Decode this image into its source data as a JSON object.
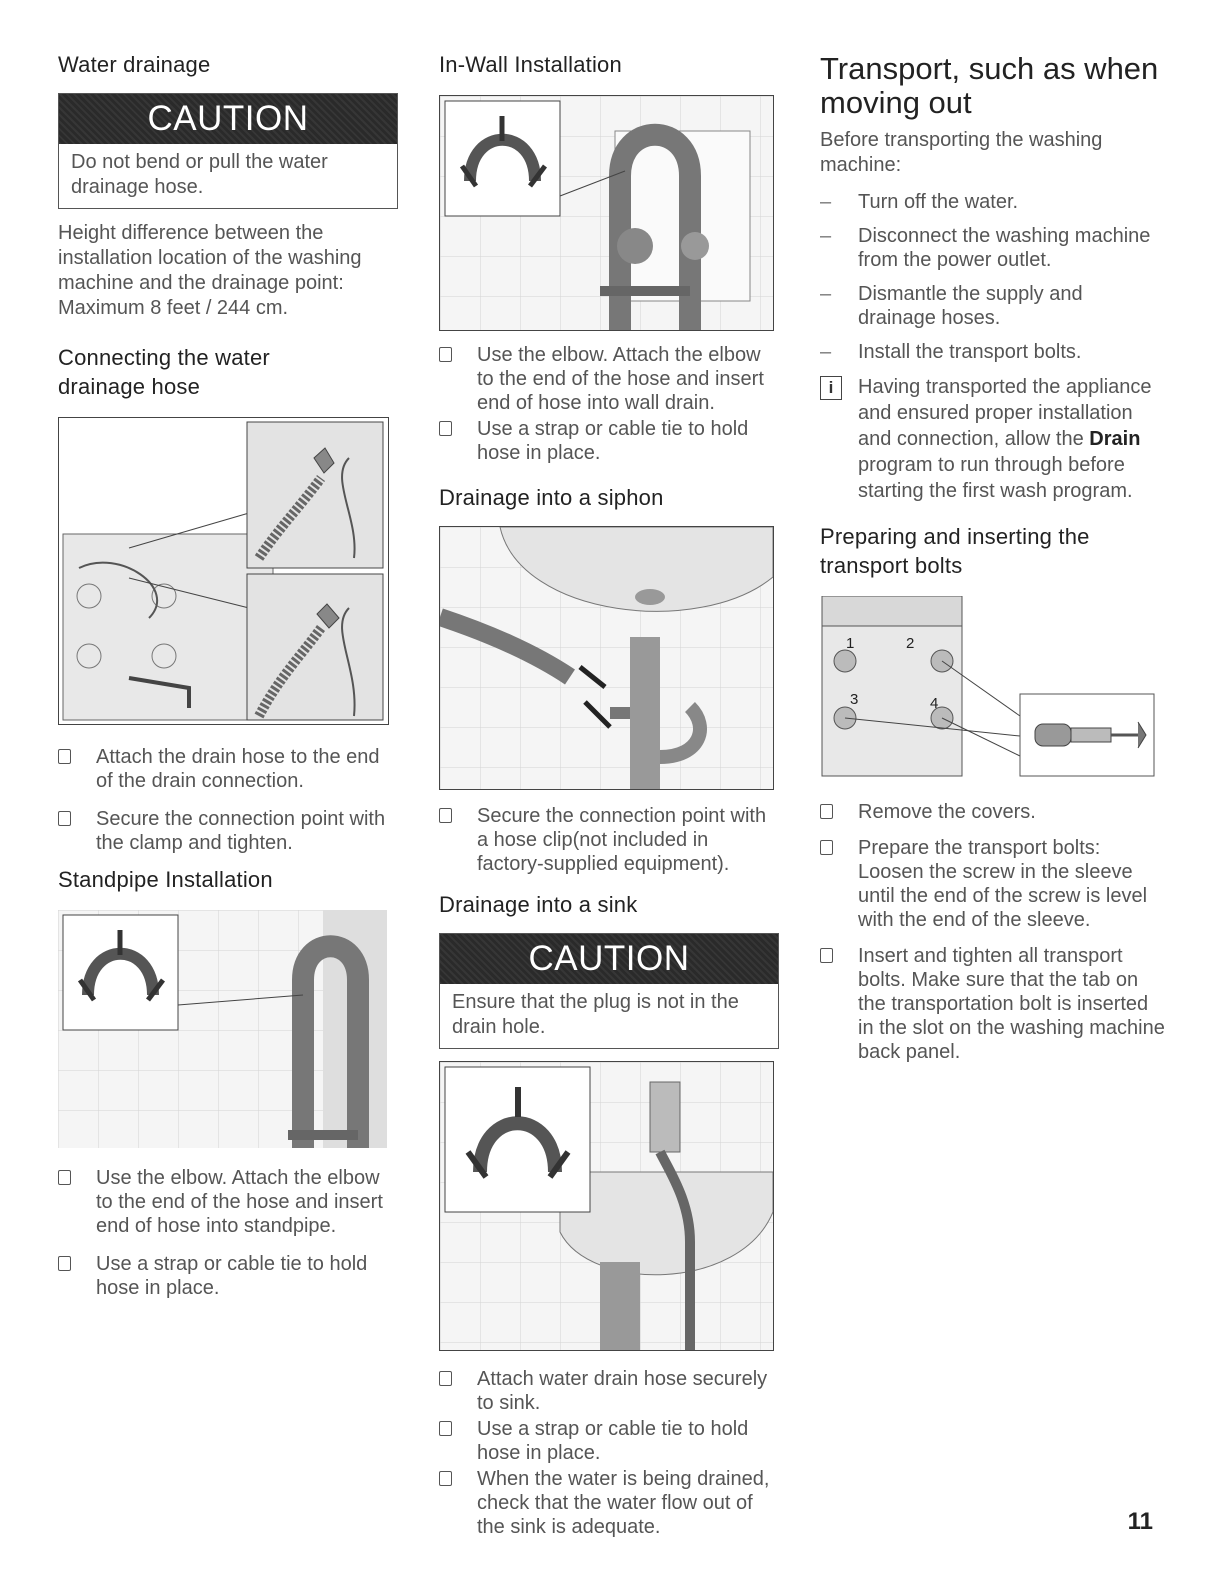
{
  "col1": {
    "water_drainage_title": "Water drainage",
    "caution1": {
      "label": "CAUTION",
      "text": "Do not bend or pull the water drainage hose."
    },
    "height_text": "Height difference between the installation location of the washing machine and the drainage point: Maximum 8 feet / 244 cm.",
    "connecting_title": "Connecting the water drainage hose",
    "connecting_steps": [
      "Attach the drain hose to the end of the drain connection.",
      "Secure the connection point with the clamp and tighten."
    ],
    "standpipe_title": "Standpipe Installation",
    "standpipe_steps": [
      "Use the elbow. Attach the elbow to the end of the hose and insert end of hose into standpipe.",
      "Use a strap or cable tie to hold hose in place."
    ]
  },
  "col2": {
    "inwall_title": "In-Wall Installation",
    "inwall_steps": [
      "Use the elbow. Attach the elbow to the end of the hose and insert end of hose into wall drain.",
      "Use a strap or cable tie to hold hose in place."
    ],
    "siphon_title": "Drainage into a siphon",
    "siphon_steps": [
      "Secure the connection point with a hose clip(not included in factory-supplied equipment)."
    ],
    "sink_title": "Drainage into a sink",
    "caution2": {
      "label": "CAUTION",
      "text": "Ensure that the plug is not in the drain hole."
    },
    "sink_steps": [
      "Attach water drain hose securely to sink.",
      "Use a strap or cable tie to hold hose in place.",
      "When the water is being drained, check that the water flow out of the sink is adequate."
    ]
  },
  "col3": {
    "transport_title": "Transport, such as when moving out",
    "before_text": "Before transporting the washing machine:",
    "transport_items": [
      "Turn off the water.",
      "Disconnect the washing machine from the power outlet.",
      "Dismantle the supply and drainage hoses.",
      "Install the transport bolts."
    ],
    "info_icon": "i",
    "info_before": "Having transported the appliance and ensured proper installation and connection, allow the ",
    "info_bold": "Drain",
    "info_after": " program to run through before starting the first wash program.",
    "preparing_title": "Preparing and inserting the transport bolts",
    "bolt_labels": [
      "1",
      "2",
      "3",
      "4"
    ],
    "bolt_steps": [
      "Remove the covers.",
      "Prepare the transport bolts: Loosen the screw in the sleeve until the end of the screw is level with the end of the sleeve.",
      "Insert and tighten all transport bolts. Make sure that the tab on the transportation bolt is inserted in the slot on the washing machine back panel."
    ]
  },
  "page_number": "11"
}
